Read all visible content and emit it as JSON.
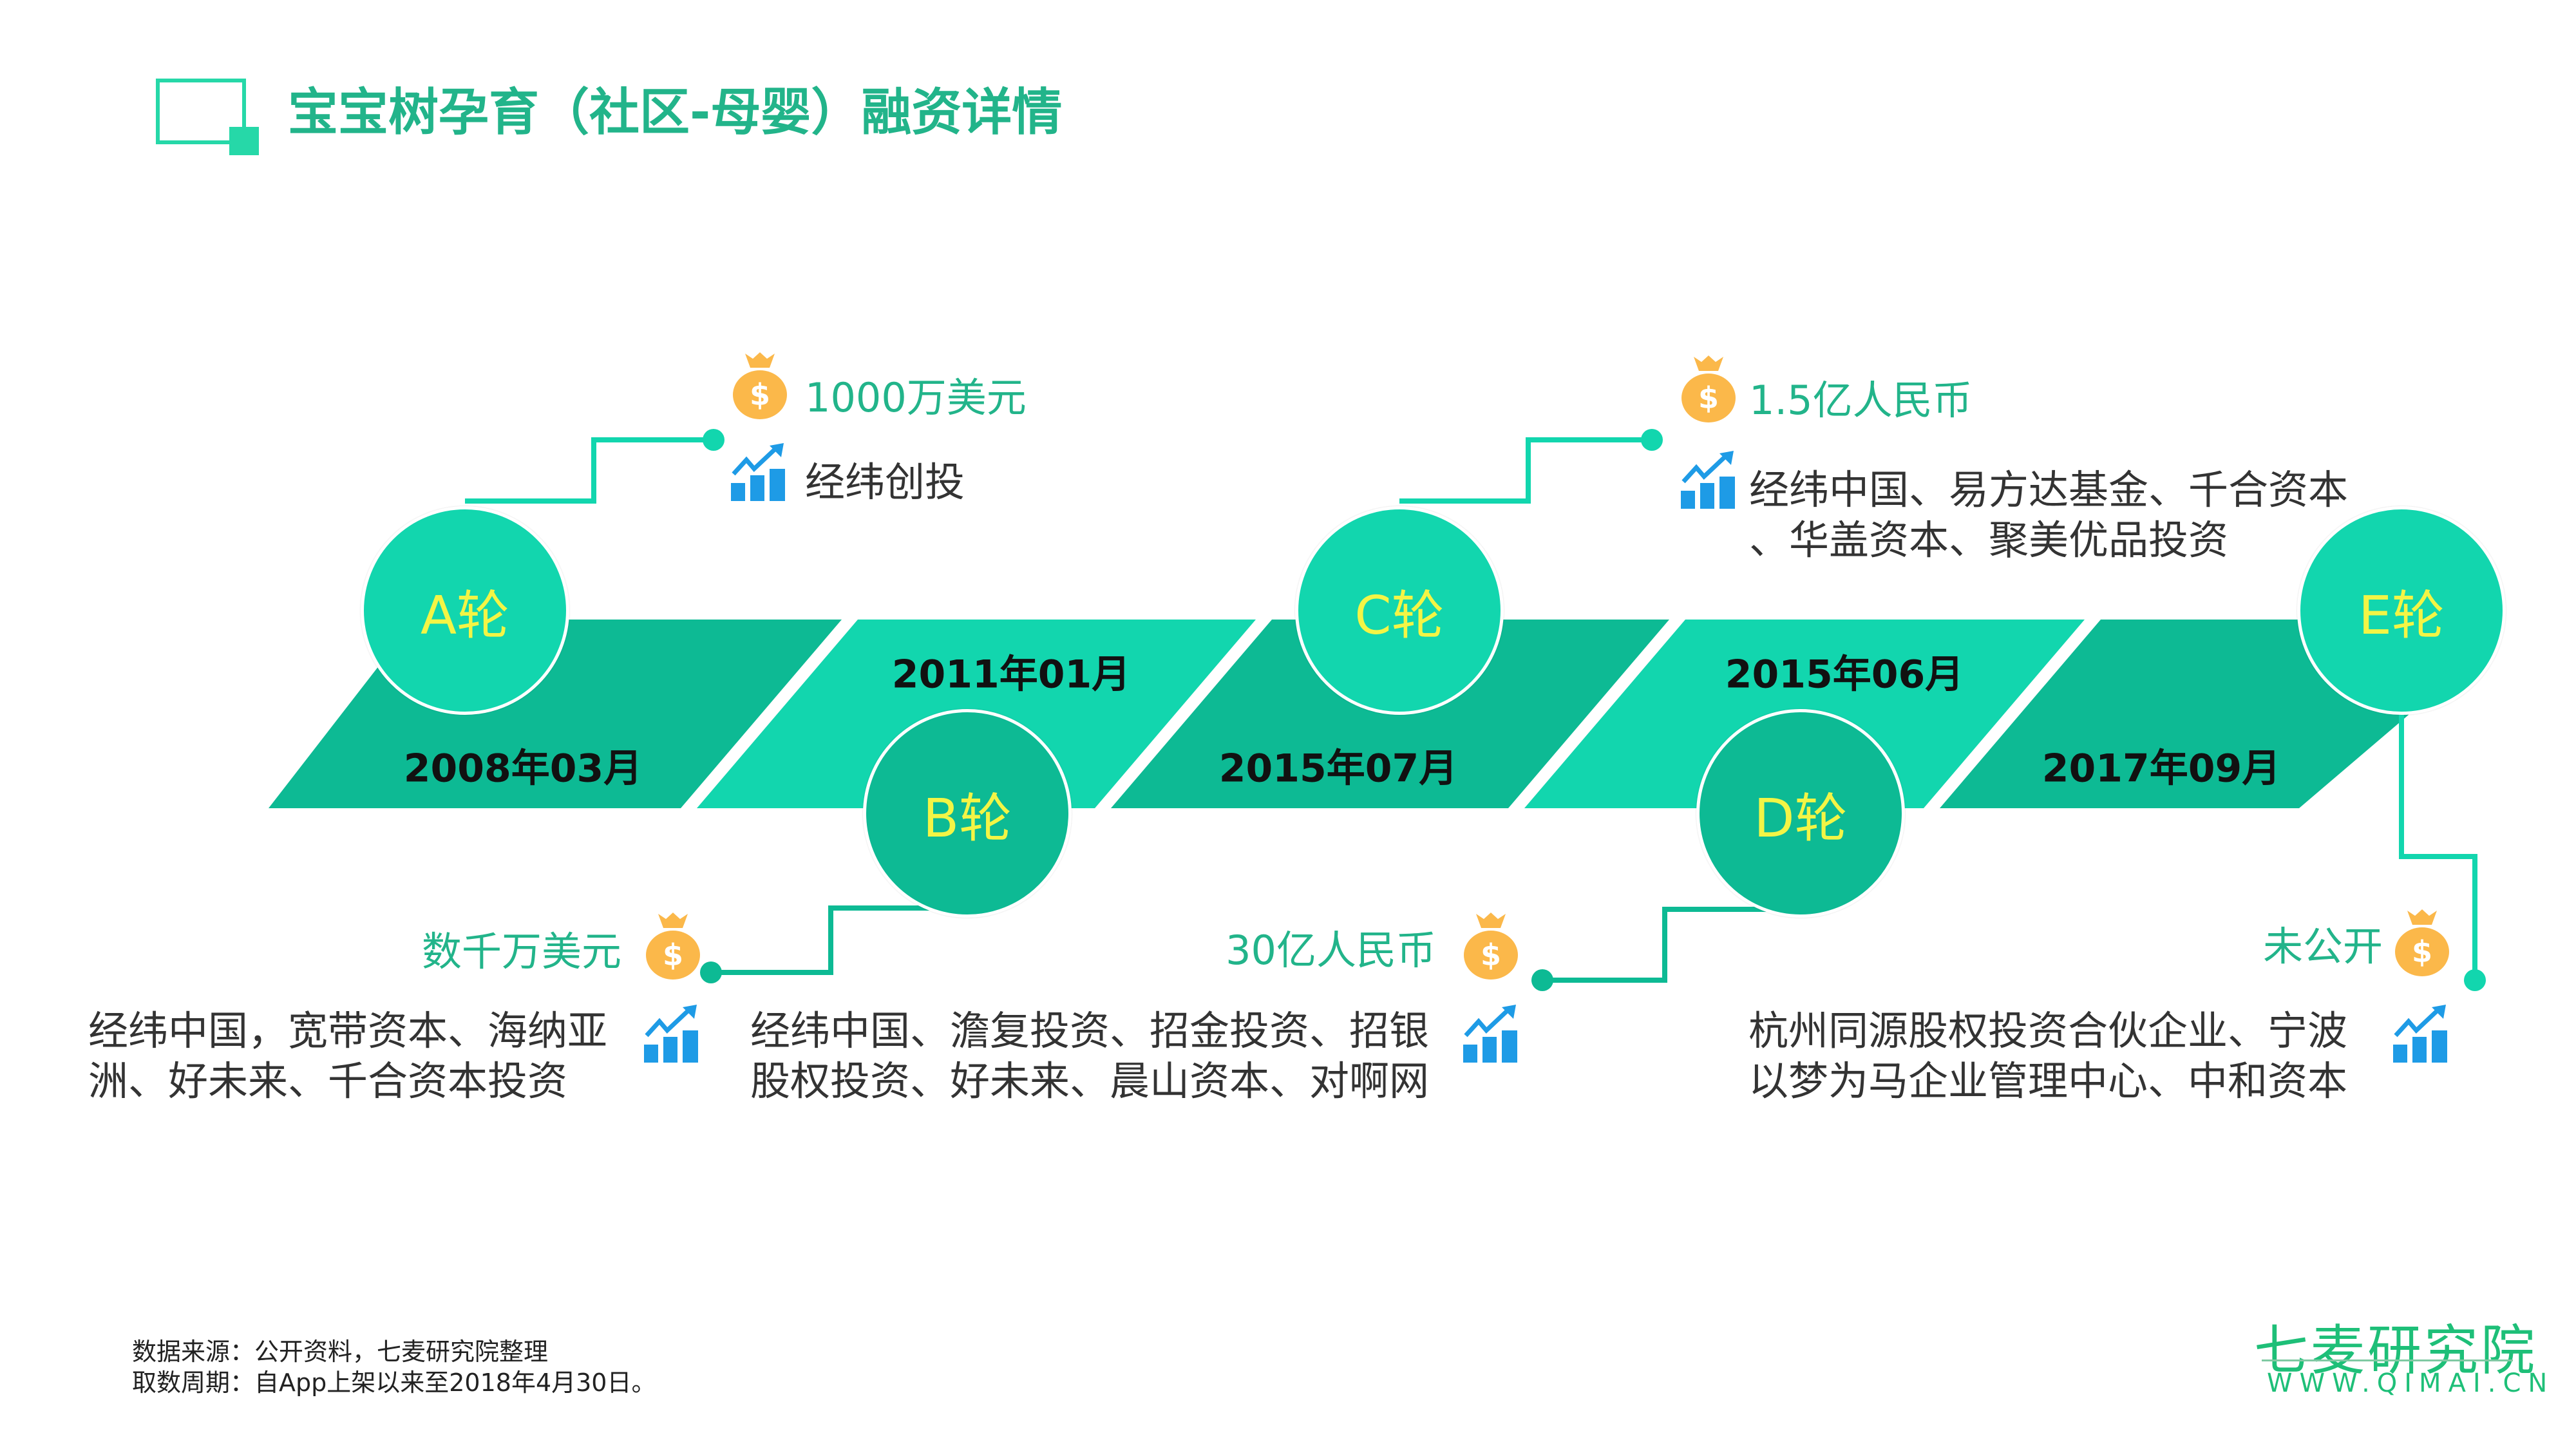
{
  "title": "宝宝树孕育（社区-母婴）融资详情",
  "colors": {
    "accent": "#26d8a8",
    "title": "#22b48a",
    "band_light": "#12d6ae",
    "band_dark": "#0dba94",
    "round_label": "#f3f545",
    "money_bag": "#fbb84a",
    "chart_icon": "#1e9be6"
  },
  "rounds": [
    {
      "label": "A轮",
      "date": "2008年03月",
      "amount": "1000万美元",
      "investors": [
        "经纬创投"
      ]
    },
    {
      "label": "B轮",
      "date": "2011年01月",
      "amount": "数千万美元",
      "investors": [
        "经纬中国，宽带资本、海纳亚",
        "洲、好未来、千合资本投资"
      ]
    },
    {
      "label": "C轮",
      "date": "2015年07月",
      "amount": "1.5亿人民币",
      "investors": [
        "经纬中国、易方达基金、千合资本",
        "、华盖资本、聚美优品投资"
      ]
    },
    {
      "label": "D轮",
      "date": "2015年06月",
      "amount": "30亿人民币",
      "investors": [
        "经纬中国、澹复投资、招金投资、招银",
        "股权投资、好未来、晨山资本、对啊网"
      ]
    },
    {
      "label": "E轮",
      "date": "2017年09月",
      "amount": "未公开",
      "investors": [
        "杭州同源股权投资合伙企业、宁波",
        "以梦为马企业管理中心、中和资本"
      ]
    }
  ],
  "icons": {
    "amount": "money-bag-icon",
    "investor": "growth-chart-icon"
  },
  "footer": {
    "source": "数据来源：公开资料，七麦研究院整理",
    "period": "取数周期：自App上架以来至2018年4月30日。"
  },
  "logo": {
    "name": "七麦研究院",
    "url": "WWW.QIMAI.CN"
  }
}
